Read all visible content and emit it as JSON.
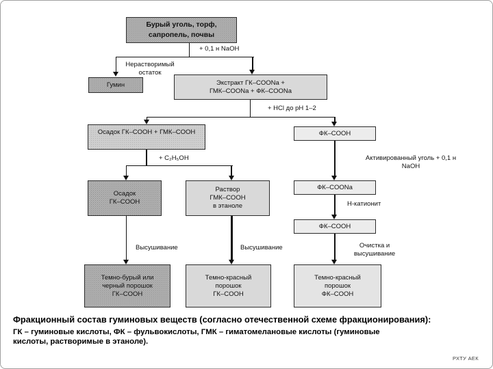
{
  "boxes": {
    "source": {
      "label": "Бурый уголь, торф,\nсапропель, почвы"
    },
    "gumin": {
      "label": "Гумин"
    },
    "extract": {
      "label": "Экстракт ГК–COONa +\nГМК–COONa + ФК–COONa"
    },
    "osadok_gk_gmk": {
      "label": "Осадок ГК–COOH + ГМК–COOH"
    },
    "fk_cooh_1": {
      "label": "ФК–COOH"
    },
    "osadok_gk": {
      "label": "Осадок\nГК–COOH"
    },
    "rastvor_gmk": {
      "label": "Раствор\nГМК–COOH\nв этаноле"
    },
    "fk_coona": {
      "label": "ФК–COONa"
    },
    "fk_cooh_2": {
      "label": "ФК–COOH"
    },
    "powder_dark": {
      "label": "Темно-бурый или\nчерный порошок\nГК–COOH"
    },
    "powder_red_gk": {
      "label": "Темно-красный\nпорошок\nГК–COOH"
    },
    "powder_red_fk": {
      "label": "Темно-красный\nпорошок\nФК–COOH"
    }
  },
  "labels": {
    "naoh": "+ 0,1 н NaOH",
    "insoluble": "Нерастворимый\nостаток",
    "hcl": "+ HCl до рН 1–2",
    "ethanol": "+ C₂H₅OH",
    "activated": "Активированный уголь + 0,1 н\nNaOH",
    "h_cationite": "Н-катионит",
    "drying": "Высушивание",
    "cleaning": "Очистка и\nвысушивание"
  },
  "caption": {
    "title": "Фракционный состав гуминовых веществ (согласно отечественной схеме фракционирования):",
    "body": "ГК – гуминовые кислоты, ФК – фульвокислоты, ГМК – гиматомелановые кислоты (гуминовые кислоты, растворимые в этаноле)."
  },
  "watermark": "РХТУ АЕК",
  "colors": {
    "box_dark": "#b2b2b2",
    "box_mid": "#cecece",
    "box_light": "#d9d9d9",
    "box_pale": "#ececec",
    "line": "#111111",
    "border": "#2b2b2b"
  }
}
